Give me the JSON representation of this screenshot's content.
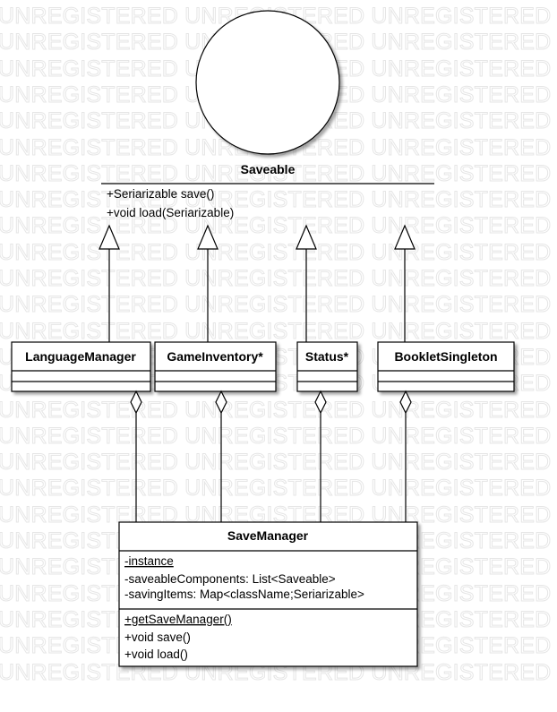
{
  "watermark": {
    "text": "UNREGISTERED UNREGISTERED UNREGISTERED UNREGISTERED",
    "lines": 26
  },
  "interface": {
    "name": "Saveable",
    "operations": [
      "+Seriarizable save()",
      "+void load(Seriarizable)"
    ]
  },
  "classes": {
    "language_manager": {
      "name": "LanguageManager"
    },
    "game_inventory": {
      "name": "GameInventory*"
    },
    "status": {
      "name": "Status*"
    },
    "booklet_singleton": {
      "name": "BookletSingleton"
    },
    "save_manager": {
      "name": "SaveManager",
      "attributes": [
        {
          "text": "-instance",
          "static": true
        },
        {
          "text": "-saveableComponents: List<Saveable>",
          "static": false
        },
        {
          "text": "-savingItems: Map<className;Seriarizable>",
          "static": false
        }
      ],
      "operations": [
        {
          "text": "+getSaveManager()",
          "static": true
        },
        {
          "text": "+void save()",
          "static": false
        },
        {
          "text": "+void load()",
          "static": false
        }
      ]
    }
  },
  "colors": {
    "line": "#000000",
    "fill": "#ffffff",
    "watermark": "#e6e6e6"
  }
}
